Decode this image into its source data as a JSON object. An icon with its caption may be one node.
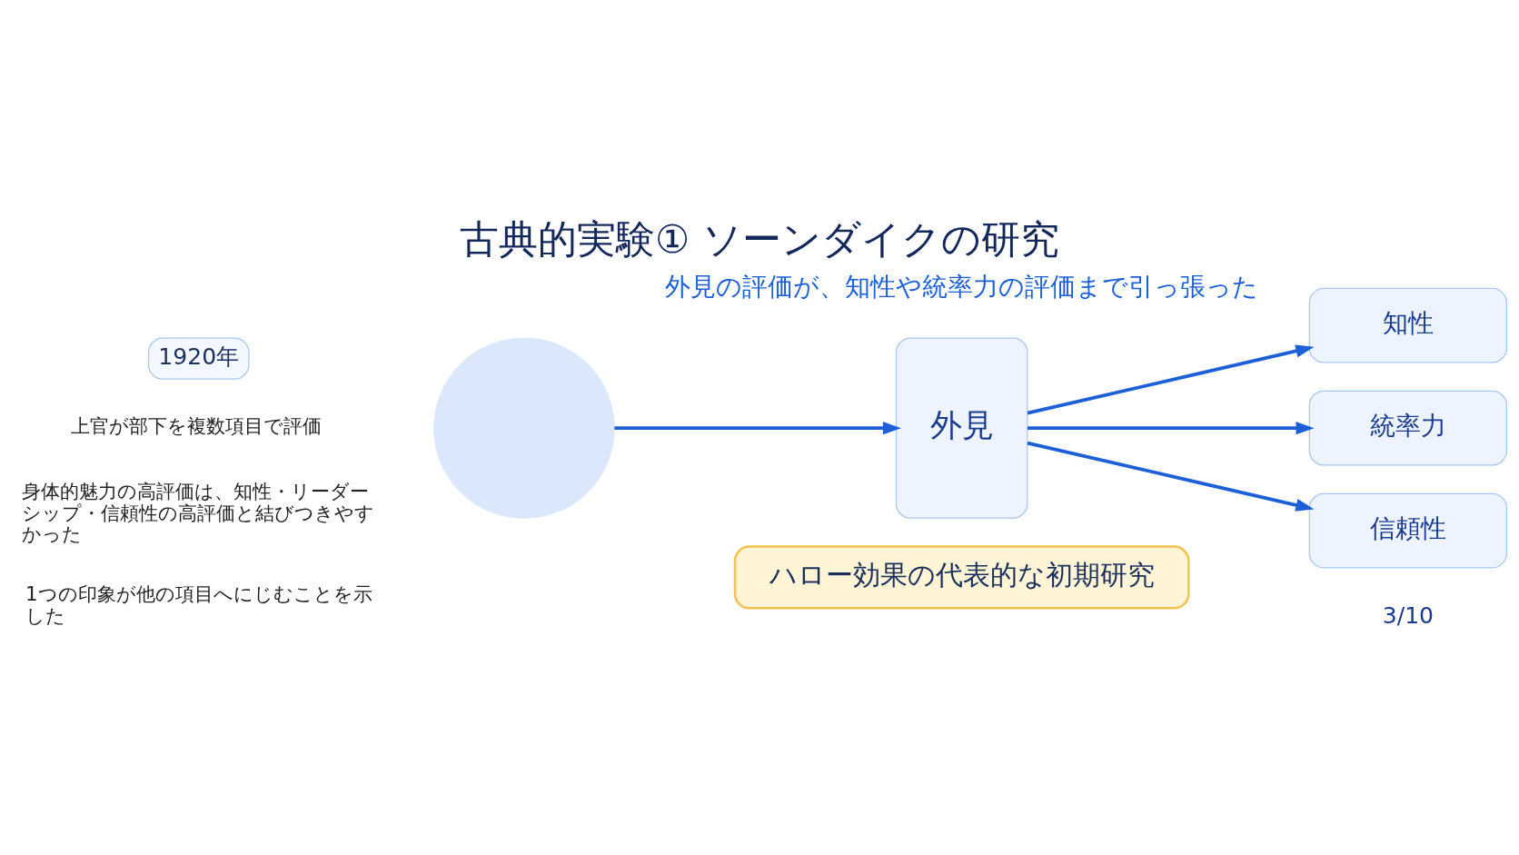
{
  "diagram": {
    "title": "古典的実験① ソーンダイクの研究",
    "nodes": [
      {
        "text": [
          "1920年"
        ]
      },
      {
        "text": [],
        "shape": "circle"
      },
      {
        "text": [
          "外見"
        ]
      },
      {
        "text": [
          "知性"
        ]
      },
      {
        "text": [
          "統率力"
        ]
      },
      {
        "text": [
          "信頼性"
        ]
      },
      {
        "text": [
          "ハロー効果の代表的な初期研究"
        ]
      }
    ],
    "edges": [
      {
        "from": 1,
        "to": 2,
        "arrow": "to"
      },
      {
        "from": 2,
        "to": 3,
        "arrow": "to"
      },
      {
        "from": 2,
        "to": 4,
        "arrow": "to"
      },
      {
        "from": 2,
        "to": 5,
        "arrow": "to"
      }
    ],
    "labels": [
      "外見の評価が、知性や統率力の評価まで引っ張った",
      "上官が部下を複数項目で評価",
      "身体的魅力の高評価は、知性・リーダーシップ・信頼性の高評価と結びつきやすかった",
      "1つの印象が他の項目へにじむことを示した",
      "3/10"
    ]
  }
}
